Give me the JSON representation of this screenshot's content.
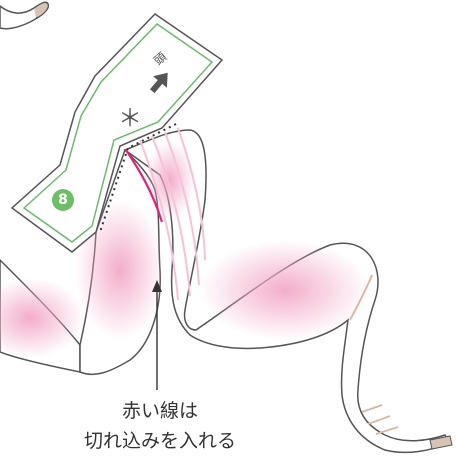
{
  "caption": {
    "line1": "赤い線は",
    "line2": "切れ込みを入れる"
  },
  "pattern_piece": {
    "number": "8",
    "direction_label": "頭",
    "mark": "＊"
  },
  "colors": {
    "cut_line": "#e0207a",
    "pattern_outline": "#6db96d",
    "skin_pink": "#f4b3cf",
    "outline": "#555555",
    "badge": "#6dbf67"
  },
  "icons": [
    "arrow-up-icon",
    "asterisk-icon",
    "pointer-arrow-icon"
  ]
}
